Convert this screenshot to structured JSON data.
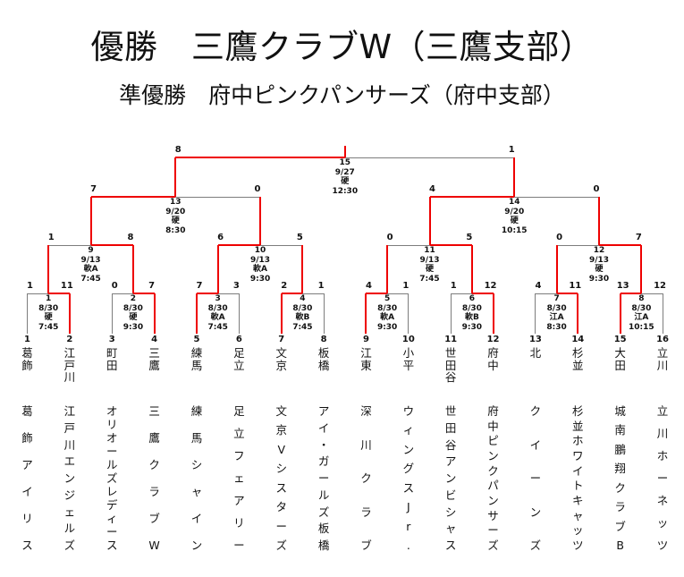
{
  "title": "優勝　三鷹クラブW（三鷹支部）",
  "subtitle": "準優勝　府中ピンクパンサーズ（府中支部）",
  "colors": {
    "winner_path": "#ee0000",
    "bracket_line": "#7d7d7d",
    "text": "#111111"
  },
  "teams": [
    {
      "no": "1",
      "ward": "葛飾",
      "name": "葛飾アイリス"
    },
    {
      "no": "2",
      "ward": "江戸川",
      "name": "江戸川エンジェルズ"
    },
    {
      "no": "3",
      "ward": "町田",
      "name": "オリオールズレディース"
    },
    {
      "no": "4",
      "ward": "三鷹",
      "name": "三鷹クラブW"
    },
    {
      "no": "5",
      "ward": "練馬",
      "name": "練馬シャイン"
    },
    {
      "no": "6",
      "ward": "足立",
      "name": "足立フェアリー"
    },
    {
      "no": "7",
      "ward": "文京",
      "name": "文京Vシスターズ"
    },
    {
      "no": "8",
      "ward": "板橋",
      "name": "アイ・ガールズ板橋"
    },
    {
      "no": "9",
      "ward": "江東",
      "name": "深川クラブ"
    },
    {
      "no": "10",
      "ward": "小平",
      "name": "ウィングスJr."
    },
    {
      "no": "11",
      "ward": "世田谷",
      "name": "世田谷アンビシャス"
    },
    {
      "no": "12",
      "ward": "府中",
      "name": "府中ピンクパンサーズ"
    },
    {
      "no": "13",
      "ward": "北",
      "name": "クイーンズ"
    },
    {
      "no": "14",
      "ward": "杉並",
      "name": "杉並ホワイトキャッツ"
    },
    {
      "no": "15",
      "ward": "大田",
      "name": "城南鵬翔クラブB"
    },
    {
      "no": "16",
      "ward": "立川",
      "name": "立川ホーネッツ"
    }
  ],
  "matches": [
    {
      "no": "1",
      "date": "8/30",
      "venue": "硬",
      "time": "7:45",
      "score_left": "1",
      "score_right": "11",
      "winner": "right"
    },
    {
      "no": "2",
      "date": "8/30",
      "venue": "硬",
      "time": "9:30",
      "score_left": "0",
      "score_right": "7",
      "winner": "right"
    },
    {
      "no": "3",
      "date": "8/30",
      "venue": "軟A",
      "time": "7:45",
      "score_left": "7",
      "score_right": "3",
      "winner": "left"
    },
    {
      "no": "4",
      "date": "8/30",
      "venue": "軟B",
      "time": "7:45",
      "score_left": "2",
      "score_right": "1",
      "winner": "left"
    },
    {
      "no": "5",
      "date": "8/30",
      "venue": "軟A",
      "time": "9:30",
      "score_left": "4",
      "score_right": "1",
      "winner": "left"
    },
    {
      "no": "6",
      "date": "8/30",
      "venue": "軟B",
      "time": "9:30",
      "score_left": "1",
      "score_right": "12",
      "winner": "right"
    },
    {
      "no": "7",
      "date": "8/30",
      "venue": "江A",
      "time": "8:30",
      "score_left": "4",
      "score_right": "11",
      "winner": "right"
    },
    {
      "no": "8",
      "date": "8/30",
      "venue": "江A",
      "time": "10:15",
      "score_left": "13",
      "score_right": "12",
      "winner": "left"
    },
    {
      "no": "9",
      "date": "9/13",
      "venue": "軟A",
      "time": "7:45",
      "score_left": "1",
      "score_right": "8",
      "winner": "right"
    },
    {
      "no": "10",
      "date": "9/13",
      "venue": "軟A",
      "time": "9:30",
      "score_left": "6",
      "score_right": "5",
      "winner": "left"
    },
    {
      "no": "11",
      "date": "9/13",
      "venue": "硬",
      "time": "7:45",
      "score_left": "0",
      "score_right": "5",
      "winner": "right"
    },
    {
      "no": "12",
      "date": "9/13",
      "venue": "硬",
      "time": "9:30",
      "score_left": "0",
      "score_right": "7",
      "winner": "right"
    },
    {
      "no": "13",
      "date": "9/20",
      "venue": "硬",
      "time": "8:30",
      "score_left": "7",
      "score_right": "0",
      "winner": "left"
    },
    {
      "no": "14",
      "date": "9/20",
      "venue": "硬",
      "time": "10:15",
      "score_left": "4",
      "score_right": "0",
      "winner": "left"
    },
    {
      "no": "15",
      "date": "9/27",
      "venue": "硬",
      "time": "12:30",
      "score_left": "8",
      "score_right": "1",
      "winner": "left"
    }
  ]
}
